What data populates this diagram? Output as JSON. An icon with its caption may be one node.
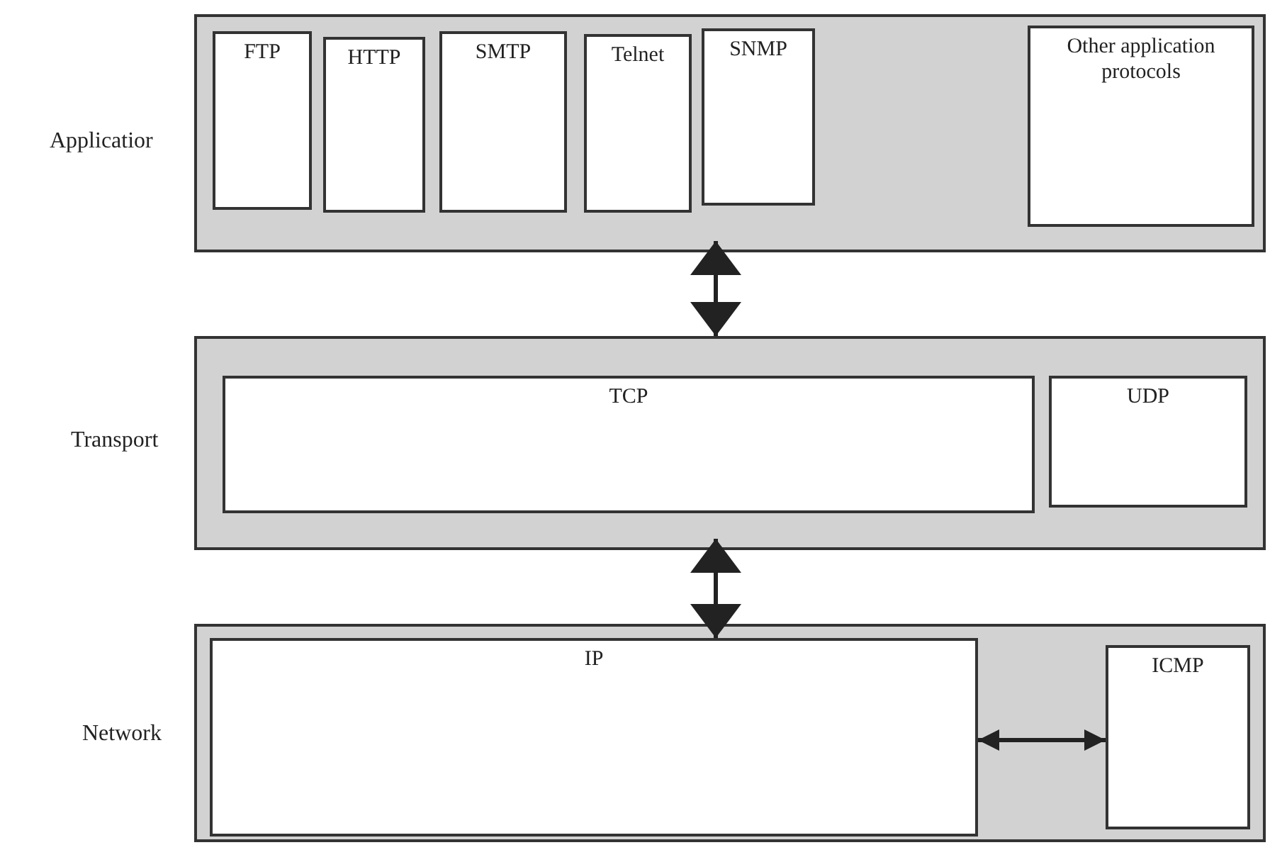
{
  "diagram": {
    "nodes": [
      {
        "text": [],
        "shape": "box",
        "beside": [
          "Applicatior"
        ]
      },
      {
        "text": [
          "FTP"
        ],
        "in": 0
      },
      {
        "text": [
          "HTTP"
        ],
        "in": 0
      },
      {
        "text": [
          "SMTP"
        ],
        "in": 0
      },
      {
        "text": [
          "Telnet"
        ],
        "in": 0
      },
      {
        "text": [
          "SNMP"
        ],
        "in": 0
      },
      {
        "text": [
          "Other application protocols"
        ],
        "in": 0
      },
      {
        "text": [],
        "shape": "box",
        "beside": [
          "Transport"
        ]
      },
      {
        "text": [
          "TCP"
        ],
        "in": 7
      },
      {
        "text": [
          "UDP"
        ],
        "in": 7
      },
      {
        "text": [],
        "shape": "box",
        "beside": [
          "Network"
        ]
      },
      {
        "text": [
          "IP"
        ],
        "in": 10
      },
      {
        "text": [
          "ICMP"
        ],
        "in": 10
      }
    ],
    "edges": [
      {
        "from": 0,
        "to": 7,
        "arrow": "both"
      },
      {
        "from": 7,
        "to": 11,
        "arrow": "both"
      },
      {
        "from": 11,
        "to": 12,
        "arrow": "both"
      }
    ]
  }
}
